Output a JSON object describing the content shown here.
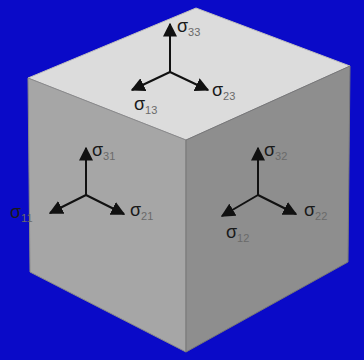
{
  "diagram": {
    "labels": [
      "σ33",
      "σ13",
      "σ23",
      "σ31",
      "σ11",
      "σ21",
      "σ32",
      "σ12",
      "σ22"
    ]
  }
}
